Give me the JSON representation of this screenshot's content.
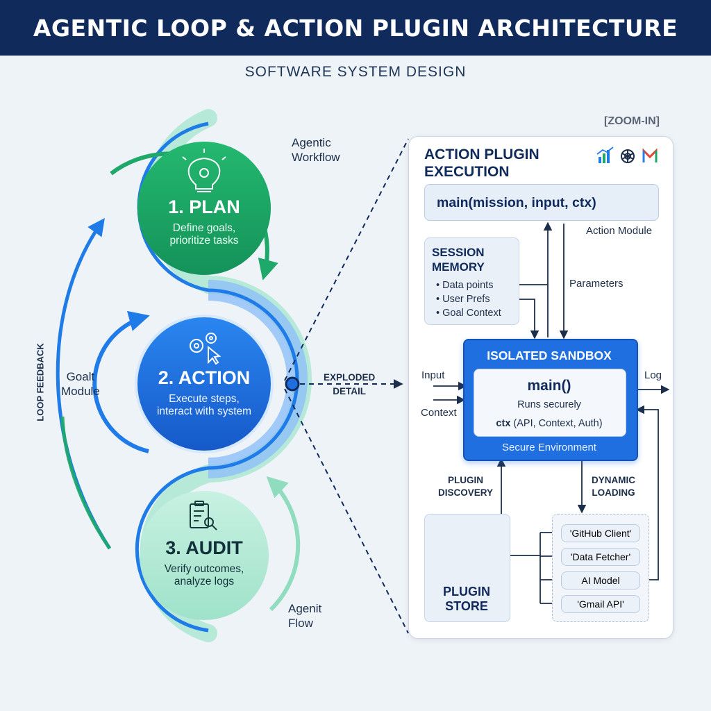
{
  "header": {
    "title": "AGENTIC LOOP & ACTION PLUGIN ARCHITECTURE",
    "subtitle": "SOFTWARE SYSTEM DESIGN"
  },
  "loop": {
    "plan": {
      "title": "1. PLAN",
      "desc1": "Define goals,",
      "desc2": "prioritize tasks",
      "icon": "lightbulb-gear-icon"
    },
    "action": {
      "title": "2. ACTION",
      "desc1": "Execute steps,",
      "desc2": "interact with system",
      "icon": "gears-cursor-icon"
    },
    "audit": {
      "title": "3. AUDIT",
      "desc1": "Verify outcomes,",
      "desc2": "analyze logs",
      "icon": "clipboard-search-icon"
    },
    "workflow_label1": "Agentic",
    "workflow_label2": "Workflow",
    "goalt_label1": "Goalt",
    "goalt_label2": "Module",
    "feedback_label": "LOOP FEEDBACK",
    "flow_label1": "Agenit",
    "flow_label2": "Flow",
    "exploded_label1": "EXPLODED",
    "exploded_label2": "DETAIL"
  },
  "panel": {
    "zoom_tag": "[ZOOM-IN]",
    "title1": "ACTION PLUGIN",
    "title2": "EXECUTION",
    "icons": [
      "chart-icon",
      "openai-icon",
      "gmail-icon"
    ],
    "main_signature": "main(mission, input, ctx)",
    "action_module": "Action Module",
    "parameters": "Parameters",
    "session_title1": "SESSION",
    "session_title2": "MEMORY",
    "session_items": [
      "• Data points",
      "• User Prefs",
      "• Goal Context"
    ],
    "sandbox_title": "ISOLATED SANDBOX",
    "sandbox_main": "main()",
    "sandbox_runs": "Runs securely",
    "sandbox_ctx_bold": "ctx",
    "sandbox_ctx_rest": " (API, Context, Auth)",
    "sandbox_footer": "Secure Environment",
    "input": "Input",
    "context": "Context",
    "log": "Log",
    "plugin_discovery1": "PLUGIN",
    "plugin_discovery2": "DISCOVERY",
    "dynamic_loading1": "DYNAMIC",
    "dynamic_loading2": "LOADING",
    "store_title1": "PLUGIN",
    "store_title2": "STORE",
    "plugins": [
      "'GitHub Client'",
      "'Data Fetcher'",
      "AI Model",
      "'Gmail API'"
    ]
  },
  "colors": {
    "navy": "#102a5c",
    "green": "#1ea86a",
    "blue": "#1f6fe0",
    "mint": "#c9f0e0"
  }
}
